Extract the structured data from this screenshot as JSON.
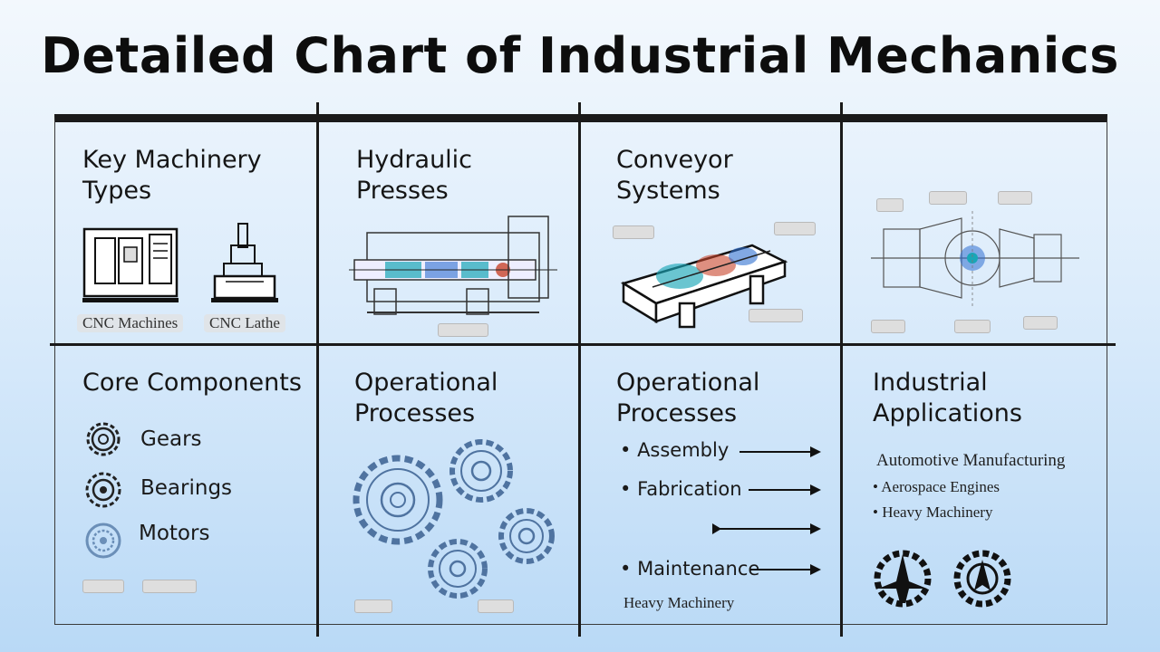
{
  "title": "Detailed Chart of Industrial Mechanics",
  "cells": {
    "machinery": {
      "title_line1": "Key Machinery",
      "title_line2": "Types",
      "label1": "CNC Machines",
      "label2": "CNC Lathe"
    },
    "hydraulic": {
      "title_line1": "Hydraulic",
      "title_line2": "Presses"
    },
    "conveyor": {
      "title_line1": "Conveyor",
      "title_line2": "Systems"
    },
    "components": {
      "title": "Core Components",
      "items": [
        "Gears",
        "Bearings",
        "Motors"
      ]
    },
    "operations_a": {
      "title_line1": "Operational",
      "title_line2": "Processes"
    },
    "operations_b": {
      "title_line1": "Operational",
      "title_line2": "Processes",
      "items": [
        "Assembly",
        "Fabrication",
        "Maintenance"
      ],
      "footer": "Heavy Machinery"
    },
    "applications": {
      "title_line1": "Industrial",
      "title_line2": "Applications",
      "items": [
        "Automotive Manufacturing",
        "Aerospace Engines",
        "Heavy Machinery"
      ]
    }
  },
  "colors": {
    "ink": "#1a1a1a",
    "accent_teal": "#1aa6b7",
    "accent_blue": "#2f6fd1",
    "accent_red": "#c8452c",
    "gear_blue": "#6b8fb8"
  }
}
